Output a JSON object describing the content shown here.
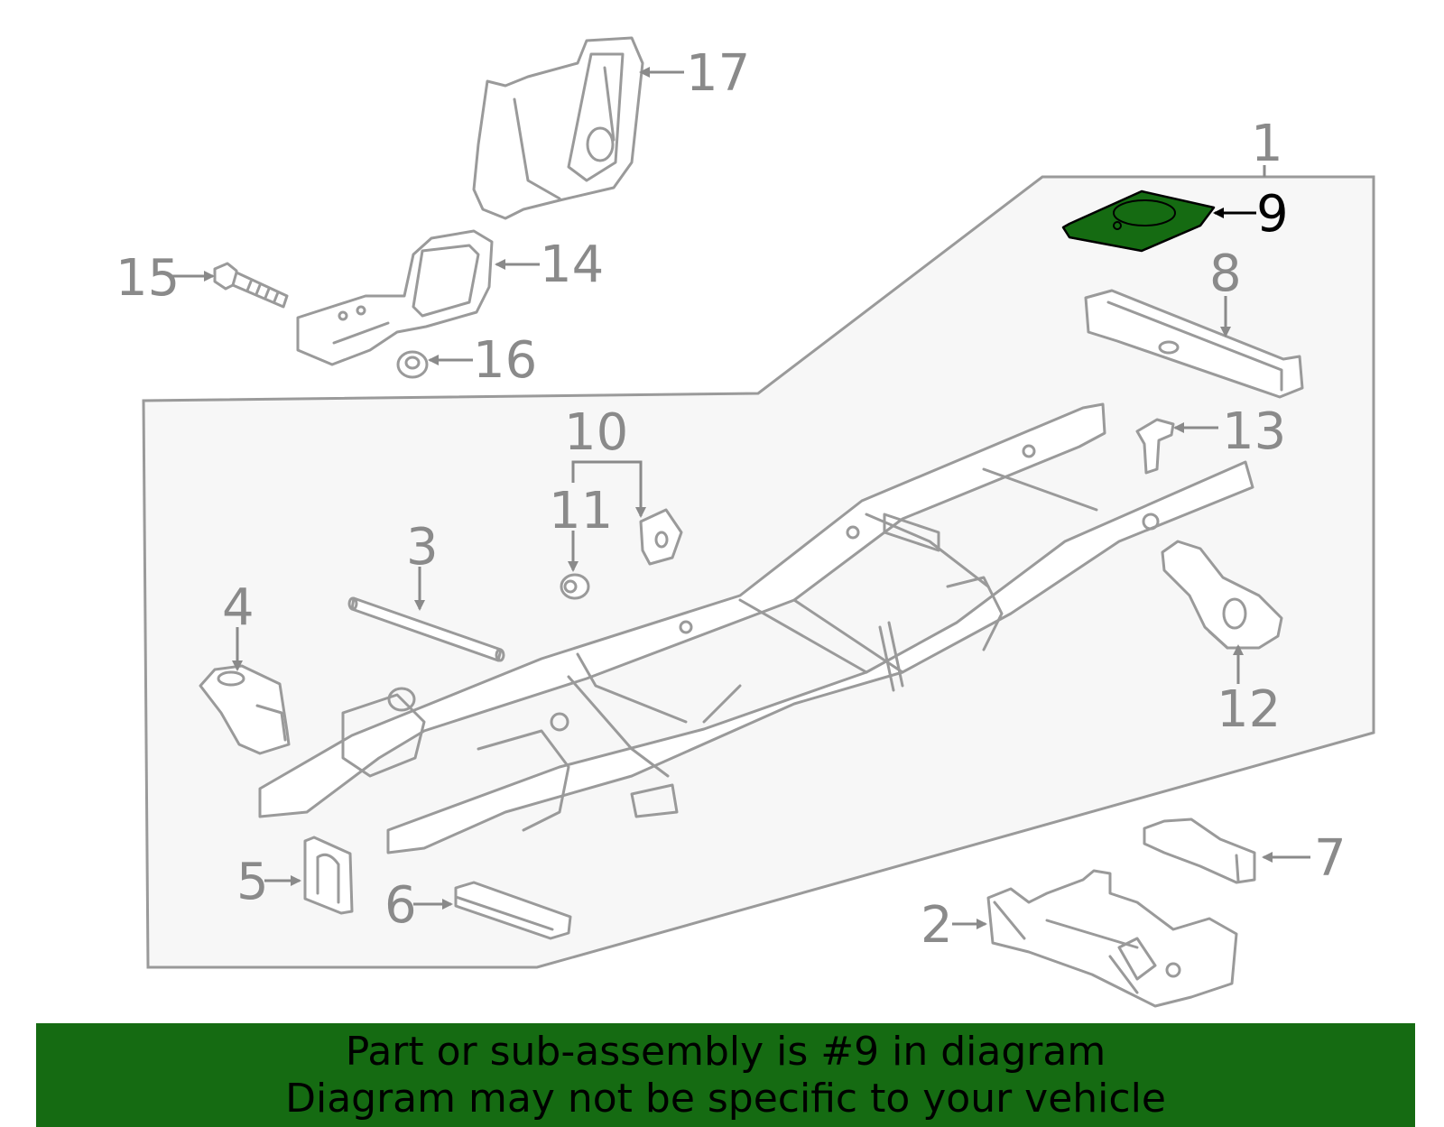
{
  "diagram": {
    "highlight_color": "#156b12",
    "callouts": [
      {
        "id": "1",
        "label": "1"
      },
      {
        "id": "2",
        "label": "2"
      },
      {
        "id": "3",
        "label": "3"
      },
      {
        "id": "4",
        "label": "4"
      },
      {
        "id": "5",
        "label": "5"
      },
      {
        "id": "6",
        "label": "6"
      },
      {
        "id": "7",
        "label": "7"
      },
      {
        "id": "8",
        "label": "8"
      },
      {
        "id": "9",
        "label": "9"
      },
      {
        "id": "10",
        "label": "10"
      },
      {
        "id": "11",
        "label": "11"
      },
      {
        "id": "12",
        "label": "12"
      },
      {
        "id": "13",
        "label": "13"
      },
      {
        "id": "14",
        "label": "14"
      },
      {
        "id": "15",
        "label": "15"
      },
      {
        "id": "16",
        "label": "16"
      },
      {
        "id": "17",
        "label": "17"
      }
    ]
  },
  "banner": {
    "line1": "Part or sub-assembly is #9 in diagram",
    "line2": "Diagram may not be specific to your vehicle",
    "background": "#156b12"
  }
}
